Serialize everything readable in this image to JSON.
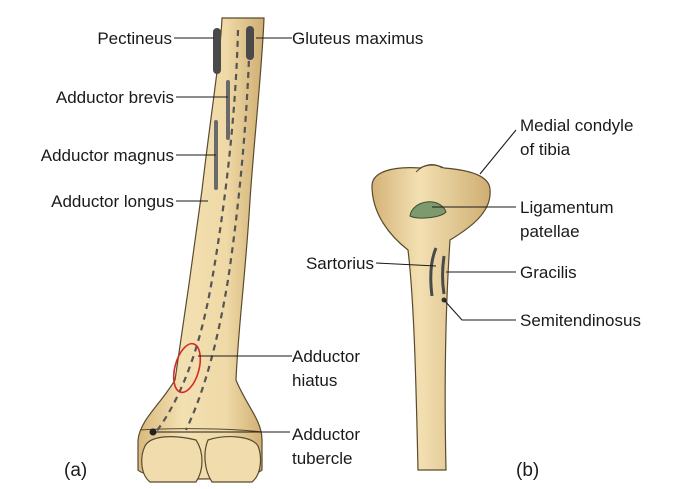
{
  "figure_a": {
    "panel_label": "(a)",
    "labels": {
      "pectineus": "Pectineus",
      "gluteus_maximus": "Gluteus maximus",
      "adductor_brevis": "Adductor brevis",
      "adductor_magnus": "Adductor magnus",
      "adductor_longus": "Adductor longus",
      "adductor_hiatus_line1": "Adductor",
      "adductor_hiatus_line2": "hiatus",
      "adductor_tubercle_line1": "Adductor",
      "adductor_tubercle_line2": "tubercle"
    }
  },
  "figure_b": {
    "panel_label": "(b)",
    "labels": {
      "medial_condyle_line1": "Medial condyle",
      "medial_condyle_line2": "of tibia",
      "ligamentum_line1": "Ligamentum",
      "ligamentum_line2": "patellae",
      "sartorius": "Sartorius",
      "gracilis": "Gracilis",
      "semitendinosus": "Semitendinosus"
    }
  },
  "colors": {
    "bone_fill": "#efd9a6",
    "bone_shade": "#d9b97c",
    "bone_outline": "#5a4a2e",
    "muscle_attachment": "#4a4a4a",
    "hiatus_outline": "#d42a2a",
    "ligament_fill": "#7d9a6e",
    "leader_line": "#1a1a1a"
  }
}
